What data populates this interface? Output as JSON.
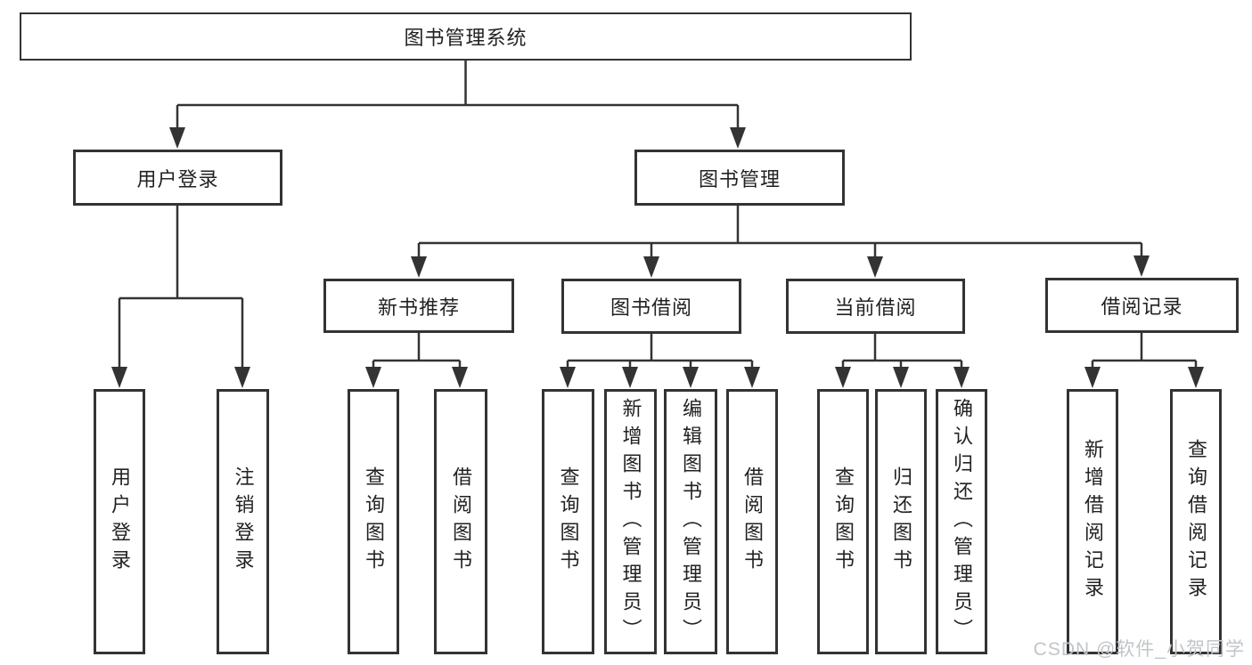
{
  "diagram": {
    "root_label": "图书管理系统",
    "user_login": {
      "label": "用户登录",
      "children": [
        "用户登录",
        "注销登录"
      ]
    },
    "book_management": {
      "label": "图书管理",
      "sections": {
        "new_book_recommend": {
          "label": "新书推荐",
          "children": [
            "查询图书",
            "借阅图书"
          ]
        },
        "book_borrowing": {
          "label": "图书借阅",
          "children": [
            "查询图书",
            "新增图书（管理员）",
            "编辑图书（管理员）",
            "借阅图书"
          ]
        },
        "current_borrowing": {
          "label": "当前借阅",
          "children": [
            "查询图书",
            "归还图书",
            "确认归还（管理员）"
          ]
        },
        "borrowing_records": {
          "label": "借阅记录",
          "children": [
            "新增借阅记录",
            "查询借阅记录"
          ]
        }
      }
    }
  },
  "watermark": "CSDN @软件_小贺同学",
  "colors": {
    "line": "#333333",
    "box_border": "#333333",
    "text": "#222222",
    "watermark": "#c2c5c8",
    "background": "#ffffff"
  }
}
